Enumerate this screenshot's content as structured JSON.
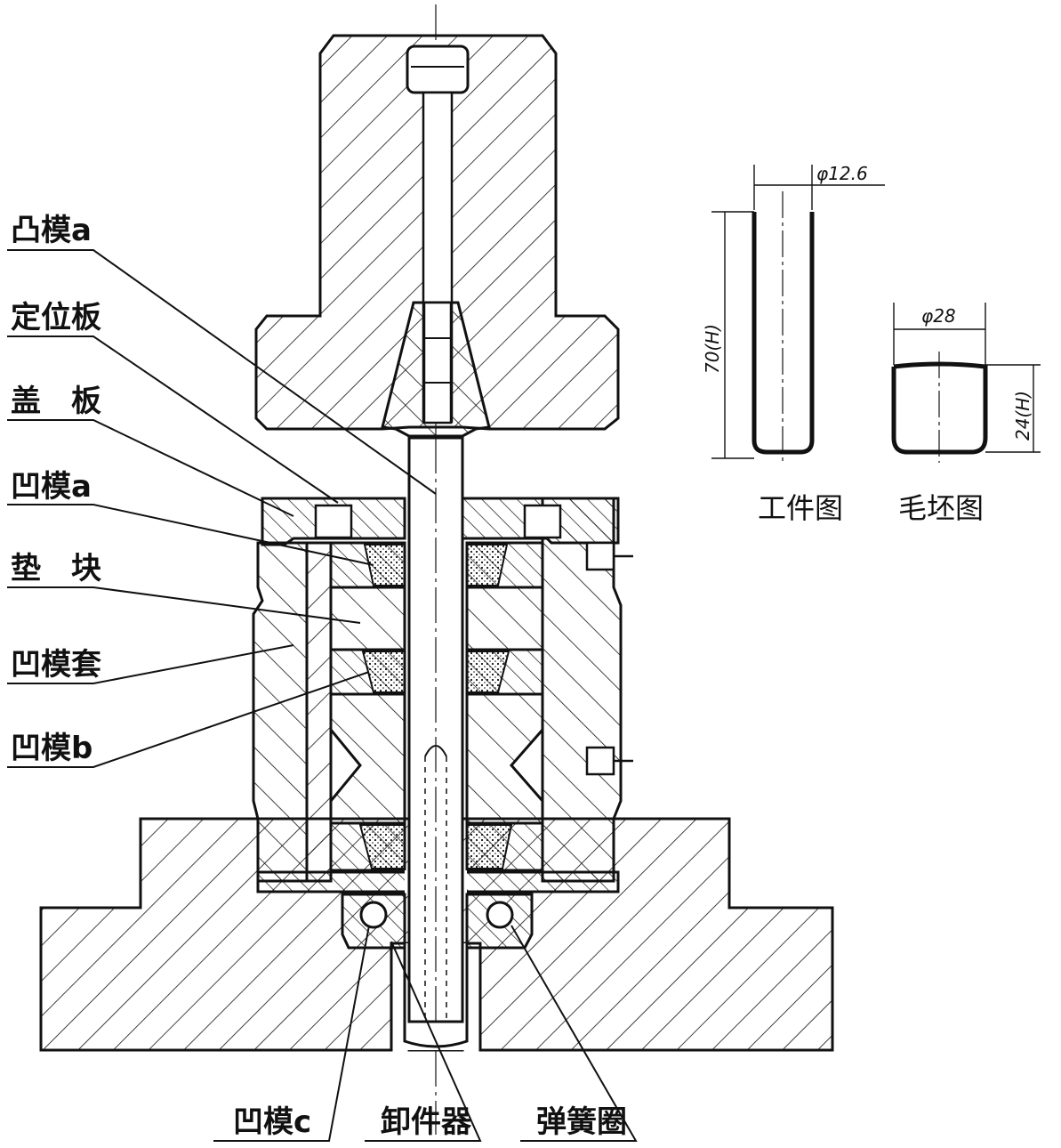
{
  "labels": {
    "punch_a": "凸模a",
    "locating_plate": "定位板",
    "cover_plate": "盖　板",
    "die_a": "凹模a",
    "spacer": "垫　块",
    "die_sleeve": "凹模套",
    "die_b": "凹模b",
    "die_c": "凹模c",
    "stripper": "卸件器",
    "spring_ring": "弹簧圈"
  },
  "part_drawing": {
    "caption": "工件图",
    "diameter": "φ12.6",
    "height": "70(H)"
  },
  "blank_drawing": {
    "caption": "毛坯图",
    "diameter": "φ28",
    "height": "24(H)"
  },
  "colors": {
    "ink": "#111111",
    "background": "#ffffff"
  }
}
